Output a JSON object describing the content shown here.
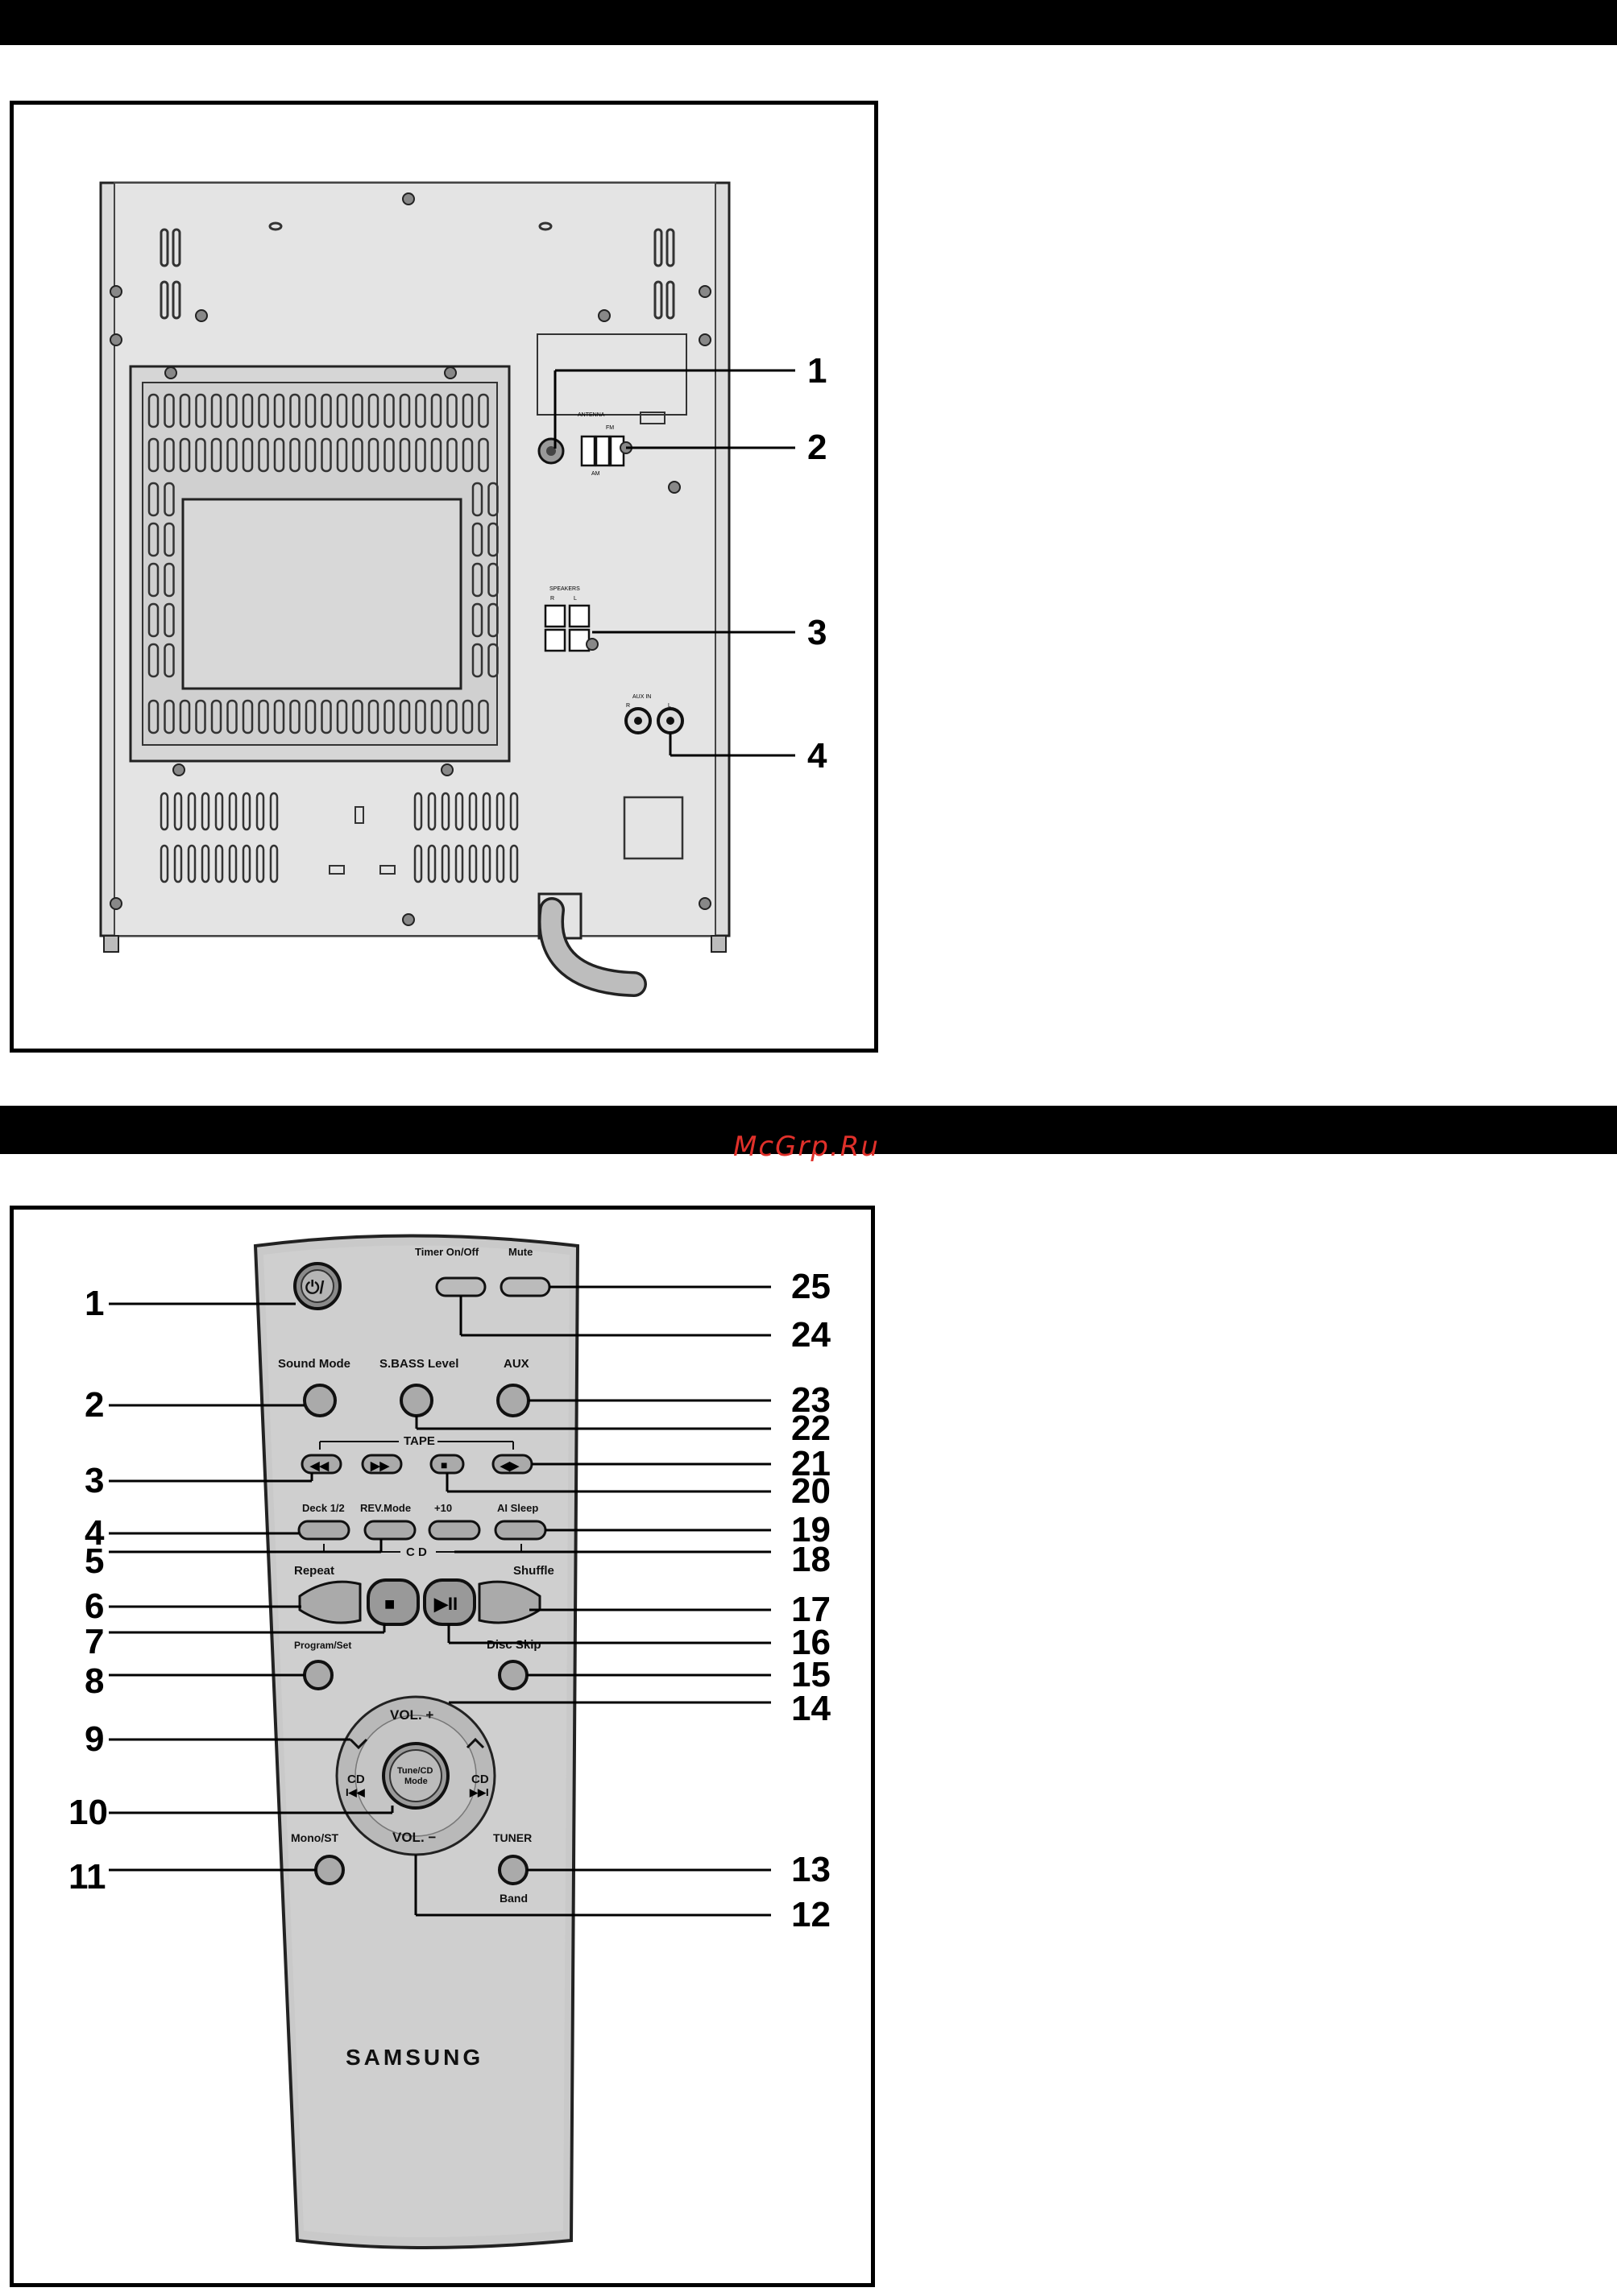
{
  "watermark": "McGrp.Ru",
  "rear_panel": {
    "callouts": [
      "1",
      "2",
      "3",
      "4"
    ],
    "jack_labels": {
      "antenna": "ANTENNA",
      "fm": "FM",
      "am": "AM",
      "speakers": "SPEAKERS",
      "speaker_r": "R",
      "speaker_l": "L",
      "aux_in": "AUX IN",
      "aux_r": "R",
      "aux_l": "L"
    }
  },
  "remote": {
    "labels": {
      "timer": "Timer On/Off",
      "mute": "Mute",
      "sound_mode": "Sound Mode",
      "sbass": "S.BASS Level",
      "aux": "AUX",
      "tape": "TAPE",
      "deck": "Deck 1/2",
      "rev_mode": "REV.Mode",
      "plus10": "+10",
      "ai_sleep": "AI Sleep",
      "cd": "C D",
      "repeat": "Repeat",
      "shuffle": "Shuffle",
      "program_set": "Program/Set",
      "disc_skip": "Disc Skip",
      "vol_plus": "VOL. +",
      "vol_minus": "VOL. −",
      "tune_cd_mode": "Tune/CD",
      "tune_cd_mode2": "Mode",
      "cd_left": "CD",
      "cd_right": "CD",
      "mono_st": "Mono/ST",
      "tuner": "TUNER",
      "band": "Band",
      "brand": "SAMSUNG"
    },
    "callouts_left": [
      "1",
      "2",
      "3",
      "4",
      "5",
      "6",
      "7",
      "8",
      "9",
      "10",
      "11"
    ],
    "callouts_right": [
      "25",
      "24",
      "23",
      "22",
      "21",
      "20",
      "19",
      "18",
      "17",
      "16",
      "15",
      "14",
      "13",
      "12"
    ]
  }
}
